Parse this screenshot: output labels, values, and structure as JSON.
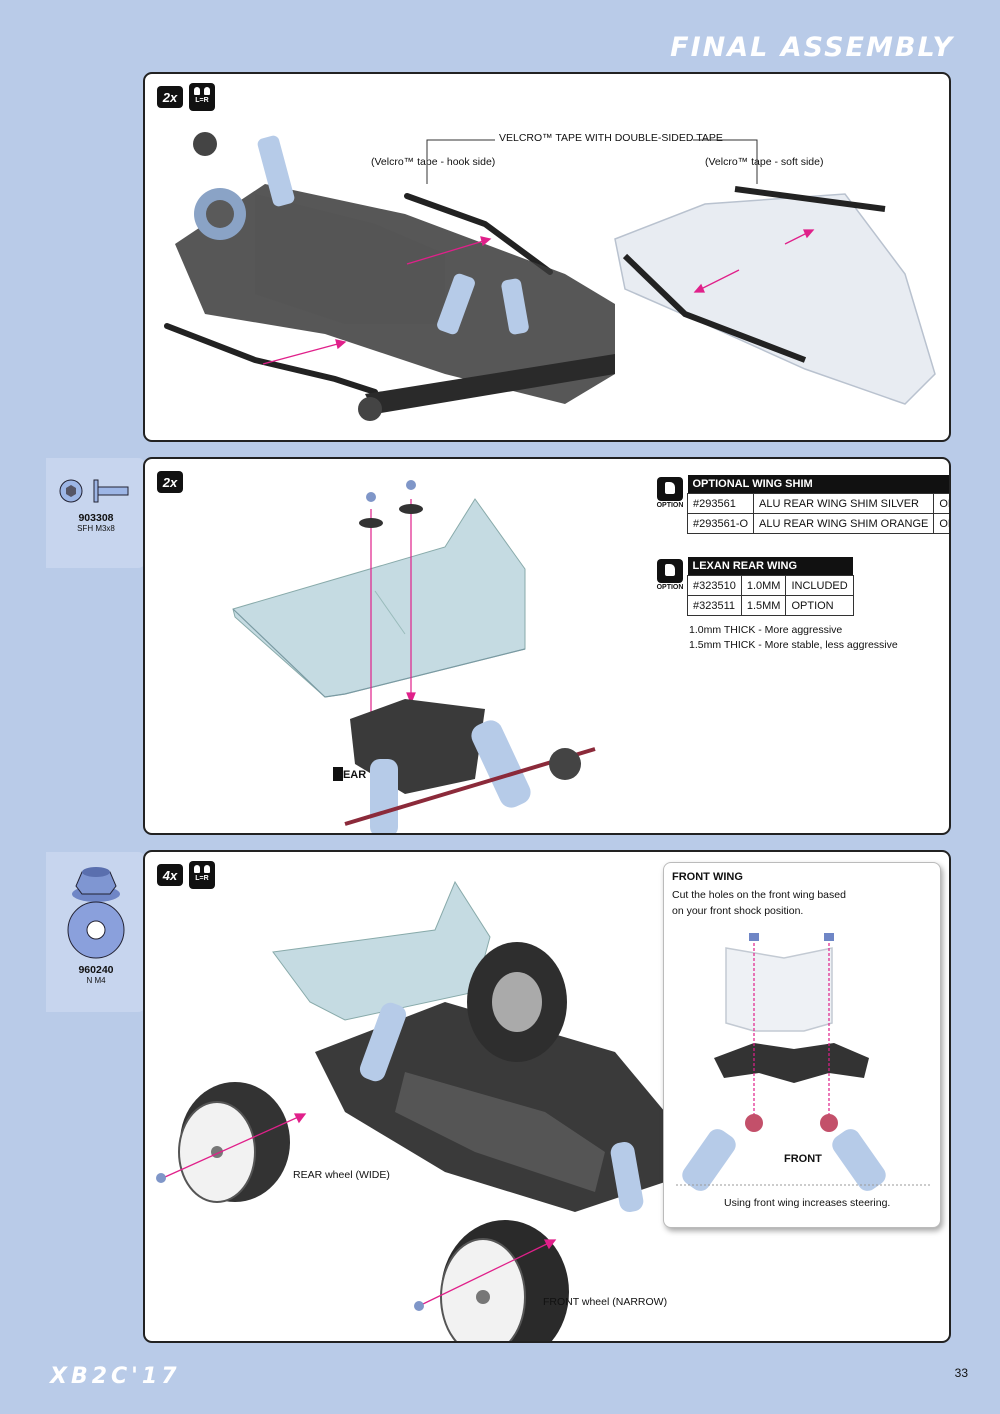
{
  "header": {
    "title": "FINAL ASSEMBLY"
  },
  "step1": {
    "qty_badge": "2x",
    "lr_text": "L=R",
    "velcro_label": "VELCRO™ TAPE WITH DOUBLE-SIDED TAPE",
    "hook_label": "(Velcro™ tape - hook side)",
    "soft_label": "(Velcro™ tape - soft side)"
  },
  "step2": {
    "qty_badge": "2x",
    "part": {
      "number": "903308",
      "desc": "SFH M3x8"
    },
    "rear_label": "REAR",
    "option_icon_text": "OPTION",
    "wing_shim": {
      "title": "OPTIONAL WING SHIM",
      "rows": [
        [
          "#293561",
          "ALU REAR WING SHIM SILVER",
          "OPTION"
        ],
        [
          "#293561-O",
          "ALU REAR WING SHIM ORANGE",
          "OPTION"
        ]
      ]
    },
    "lexan_wing": {
      "title": "LEXAN REAR WING",
      "rows": [
        [
          "#323510",
          "1.0MM",
          "INCLUDED"
        ],
        [
          "#323511",
          "1.5MM",
          "OPTION"
        ]
      ]
    },
    "notes": [
      "1.0mm THICK - More aggressive",
      "1.5mm THICK - More stable, less aggressive"
    ]
  },
  "step3": {
    "qty_badge": "4x",
    "lr_text": "L=R",
    "part": {
      "number": "960240",
      "desc": "N M4"
    },
    "rear_wheel_label": "REAR wheel (WIDE)",
    "front_wheel_label": "FRONT wheel (NARROW)",
    "front_wing": {
      "title": "FRONT WING",
      "desc_line1": "Cut the holes on the front wing based",
      "desc_line2": "on your front shock position.",
      "front_label": "FRONT",
      "caption": "Using front wing increases steering."
    }
  },
  "footer": {
    "logo": "XB2C'17",
    "page_number": "33"
  },
  "colors": {
    "background": "#b9cbe8",
    "accent_arrow": "#e0208a",
    "part_blue": "#9db6e6"
  }
}
